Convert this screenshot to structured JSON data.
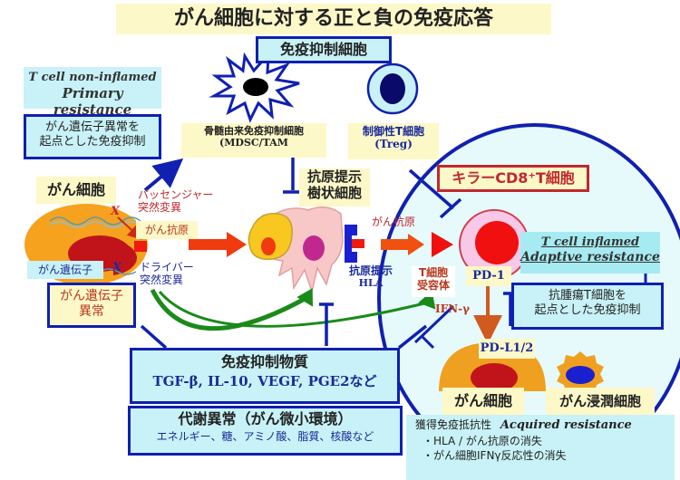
{
  "title": "がん細胞に対する正と負の免疫応答",
  "suppressor_cells": {
    "header": "免疫抑制細胞",
    "mdsc": {
      "line1": "骨髄由来免疫抑制細胞",
      "line2": "(MDSC/TAM"
    },
    "treg": {
      "line1": "制御性T細胞",
      "line2": "(Treg)"
    }
  },
  "primary_resistance": {
    "label_line1": "T cell non-inflamed",
    "label_line2": "Primary resistance",
    "desc_line1": "がん遺伝子異常を",
    "desc_line2": "起点とした免疫抑制"
  },
  "cancer_cell_left": {
    "label": "がん細胞",
    "oncogene_label": "がん遺伝子",
    "oncogene_abnormal_line1": "がん遺伝子",
    "oncogene_abnormal_line2": "異常",
    "passenger_line1": "パッセンジャー",
    "passenger_line2": "突然変異",
    "antigen": "がん抗原",
    "driver_line1": "ドライバー",
    "driver_line2": "突然変異",
    "x_mark": "X"
  },
  "dendritic_cell": {
    "label_line1": "抗原提示",
    "label_line2": "樹状細胞",
    "hla_line1": "抗原提示",
    "hla_line2": "HLA",
    "antigen_arrow_label": "がん抗原"
  },
  "killer_t": {
    "label": "キラーCD8⁺T細胞",
    "receptor_line1": "T細胞",
    "receptor_line2": "受容体",
    "pd1": "PD-1",
    "ifn": "IFN-γ",
    "pdl1": "PD-L1/2"
  },
  "adaptive_resistance": {
    "label_line1": "T cell inflamed",
    "label_line2": "Adaptive resistance",
    "desc_line1": "抗腫瘍T細胞を",
    "desc_line2": "起点とした免疫抑制"
  },
  "cancer_cell_right": {
    "label": "がん細胞",
    "infiltrating_label": "がん浸潤細胞"
  },
  "immunosuppressive_substances": {
    "title": "免疫抑制物質",
    "items": "TGF-β, IL-10, VEGF, PGE2など"
  },
  "metabolic": {
    "title": "代謝異常（がん微小環境）",
    "items": "エネルギー、糖、アミノ酸、脂質、核酸など"
  },
  "acquired_resistance": {
    "title_jp": "獲得免疫抵抗性",
    "title_en": "Acquired resistance",
    "item1": "・HLA / がん抗原の消失",
    "item2": "・がん細胞IFNγ反応性の消失"
  },
  "colors": {
    "navy": "#1020b0",
    "cancer_orange": "#f6a21e",
    "nucleus_red": "#c0141a",
    "arrow_red": "#f03a10",
    "green_arrow": "#1a8a1a",
    "yellow_bg": "#fdf8c8",
    "cyan_bg": "#c8f2f7"
  }
}
